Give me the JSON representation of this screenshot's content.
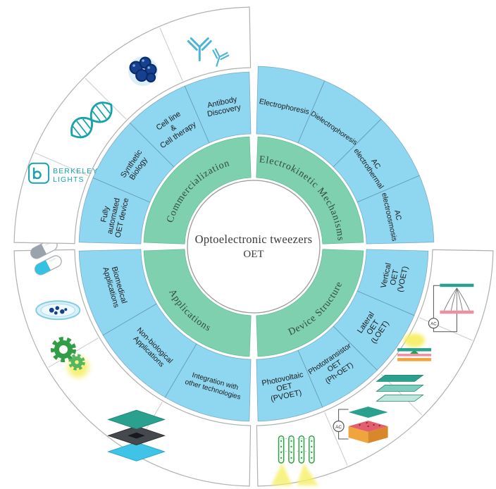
{
  "title": {
    "line1": "Optoelectronic tweezers",
    "line2": "OET"
  },
  "colors": {
    "green_ring": "#7fd0ae",
    "blue_ring": "#8fd6f1",
    "teal": "#18a3ac",
    "ring_border": "#b0b0b0",
    "label_text": "#1b1b1b",
    "green_label_text": "#33493f",
    "glow_yellow": "#f6ef67",
    "gear_green": "#2f9e44",
    "cell_navy": "#16418f",
    "device_teal": "#2aa08f",
    "device_pink": "#e2606e",
    "device_orange": "#f0a43c",
    "capsule_cyan": "#35c0e4",
    "antibody_blue": "#4ab5d6"
  },
  "quadrants": [
    {
      "id": "electrokinetic-mechanisms",
      "label": "Electrokinetic Mechanisms",
      "segments": [
        {
          "id": "electrophoresis",
          "label": "Electrophoresis",
          "lines": [
            "Electrophoresis"
          ]
        },
        {
          "id": "dielectrophoresis",
          "label": "Dielectrophoresis",
          "lines": [
            "Dielectrophoresis"
          ]
        },
        {
          "id": "ac-electrothermal",
          "label": "AC electrothermal",
          "lines": [
            "AC",
            "electrothermal"
          ]
        },
        {
          "id": "ac-electroosmosis",
          "label": "AC electroosmosis",
          "lines": [
            "AC",
            "electroosmosis"
          ]
        }
      ],
      "icons": []
    },
    {
      "id": "device-structure",
      "label": "Device Structure",
      "segments": [
        {
          "id": "vertical-oet",
          "label": "Vertical OET (VOET)",
          "lines": [
            "Vertical",
            "OET",
            "(VOET)"
          ]
        },
        {
          "id": "lateral-oet",
          "label": "Lateral OET (LOET)",
          "lines": [
            "Lateral",
            "OET",
            "(LOET)"
          ]
        },
        {
          "id": "phototransistor-oet",
          "label": "Phototransistor OET (Ph-OET)",
          "lines": [
            "Phototransistor",
            "OET",
            "(Ph-OET)"
          ]
        },
        {
          "id": "photovoltaic-oet",
          "label": "Photovoltaic OET (PVOET)",
          "lines": [
            "Photovoltaic",
            "OET",
            "(PVOET)"
          ]
        }
      ],
      "icons": [
        "ac-field-icon",
        "glow-electrode-icon",
        "green-layers-icon",
        "ac-chip-icon",
        "pillar-array-icon"
      ]
    },
    {
      "id": "applications",
      "label": "Applications",
      "segments": [
        {
          "id": "integration-with-other-technologies",
          "label": "Integration with other technologies",
          "lines": [
            "Integration with",
            "other technologies"
          ]
        },
        {
          "id": "non-biological-applications",
          "label": "Non-biological Applications",
          "lines": [
            "Non-biological",
            "Applications"
          ]
        },
        {
          "id": "biomedical-applications",
          "label": "Biomedical Applications",
          "lines": [
            "Biomedical",
            "Applications"
          ]
        }
      ],
      "icons": [
        "layered-chip-icon",
        "gears-icon",
        "petri-dish-icon",
        "pills-icon"
      ]
    },
    {
      "id": "commercialization",
      "label": "Commercialization",
      "segments": [
        {
          "id": "fully-automated-oet-device",
          "label": "Fully automated OET device",
          "lines": [
            "Fully",
            "automated",
            "OET device"
          ]
        },
        {
          "id": "synthetic-biology",
          "label": "Synthetic Biology",
          "lines": [
            "Synthetic",
            "Biology"
          ]
        },
        {
          "id": "cell-line-cell-therapy",
          "label": "Cell line & Cell therapy",
          "lines": [
            "Cell line",
            "&",
            "Cell therapy"
          ]
        },
        {
          "id": "antibody-discovery",
          "label": "Antibody Discovery",
          "lines": [
            "Antibody",
            "Discovery"
          ]
        }
      ],
      "icons": [
        "berkeley-lights-logo",
        "dna-icon",
        "cells-icon",
        "antibody-icon"
      ]
    }
  ],
  "logo": {
    "line1": "BERKELEY",
    "line2": "LIGHTS"
  },
  "ac_label": "AC"
}
